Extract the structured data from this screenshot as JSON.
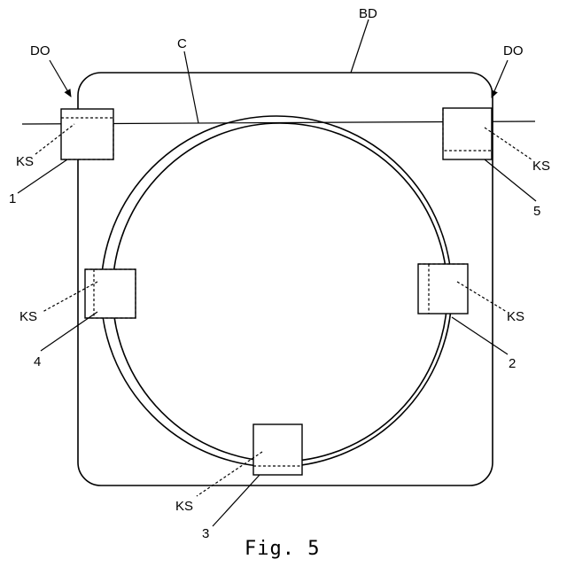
{
  "labels": {
    "bd": "BD",
    "c": "C",
    "do_left": "DO",
    "do_right": "DO",
    "ks_1": "KS",
    "ks_2": "KS",
    "ks_3": "KS",
    "ks_4": "KS",
    "ks_5": "KS",
    "n1": "1",
    "n2": "2",
    "n3": "3",
    "n4": "4",
    "n5": "5"
  },
  "caption": "Fig. 5"
}
